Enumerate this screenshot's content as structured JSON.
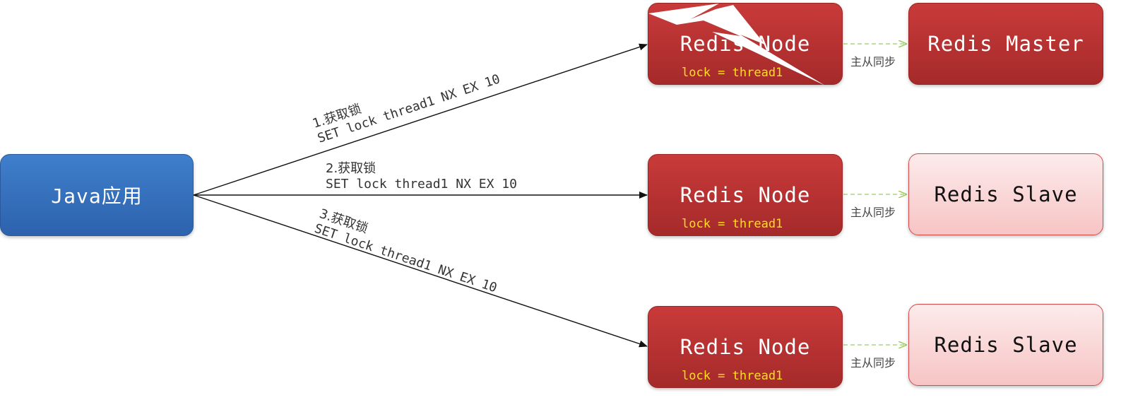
{
  "java": {
    "label": "Java应用"
  },
  "nodes": [
    {
      "title": "Redis Node",
      "lock": "lock = thread1"
    },
    {
      "title": "Redis Node",
      "lock": "lock = thread1"
    },
    {
      "title": "Redis Node",
      "lock": "lock = thread1"
    }
  ],
  "master": {
    "label": "Redis Master"
  },
  "slaves": [
    {
      "label": "Redis Slave"
    },
    {
      "label": "Redis Slave"
    }
  ],
  "sync_label": "主从同步",
  "edges": [
    {
      "step": "1.获取锁",
      "command": "SET lock thread1 NX EX 10"
    },
    {
      "step": "2.获取锁",
      "command": "SET lock thread1 NX EX 10"
    },
    {
      "step": "3.获取锁",
      "command": "SET lock thread1 NX EX 10"
    }
  ],
  "colors": {
    "java": "#3a74c3",
    "node": "#b83232",
    "slave_fill": "#fbd9d9",
    "lock_text": "#ffe119",
    "sync_arrow": "#9ccc65"
  }
}
